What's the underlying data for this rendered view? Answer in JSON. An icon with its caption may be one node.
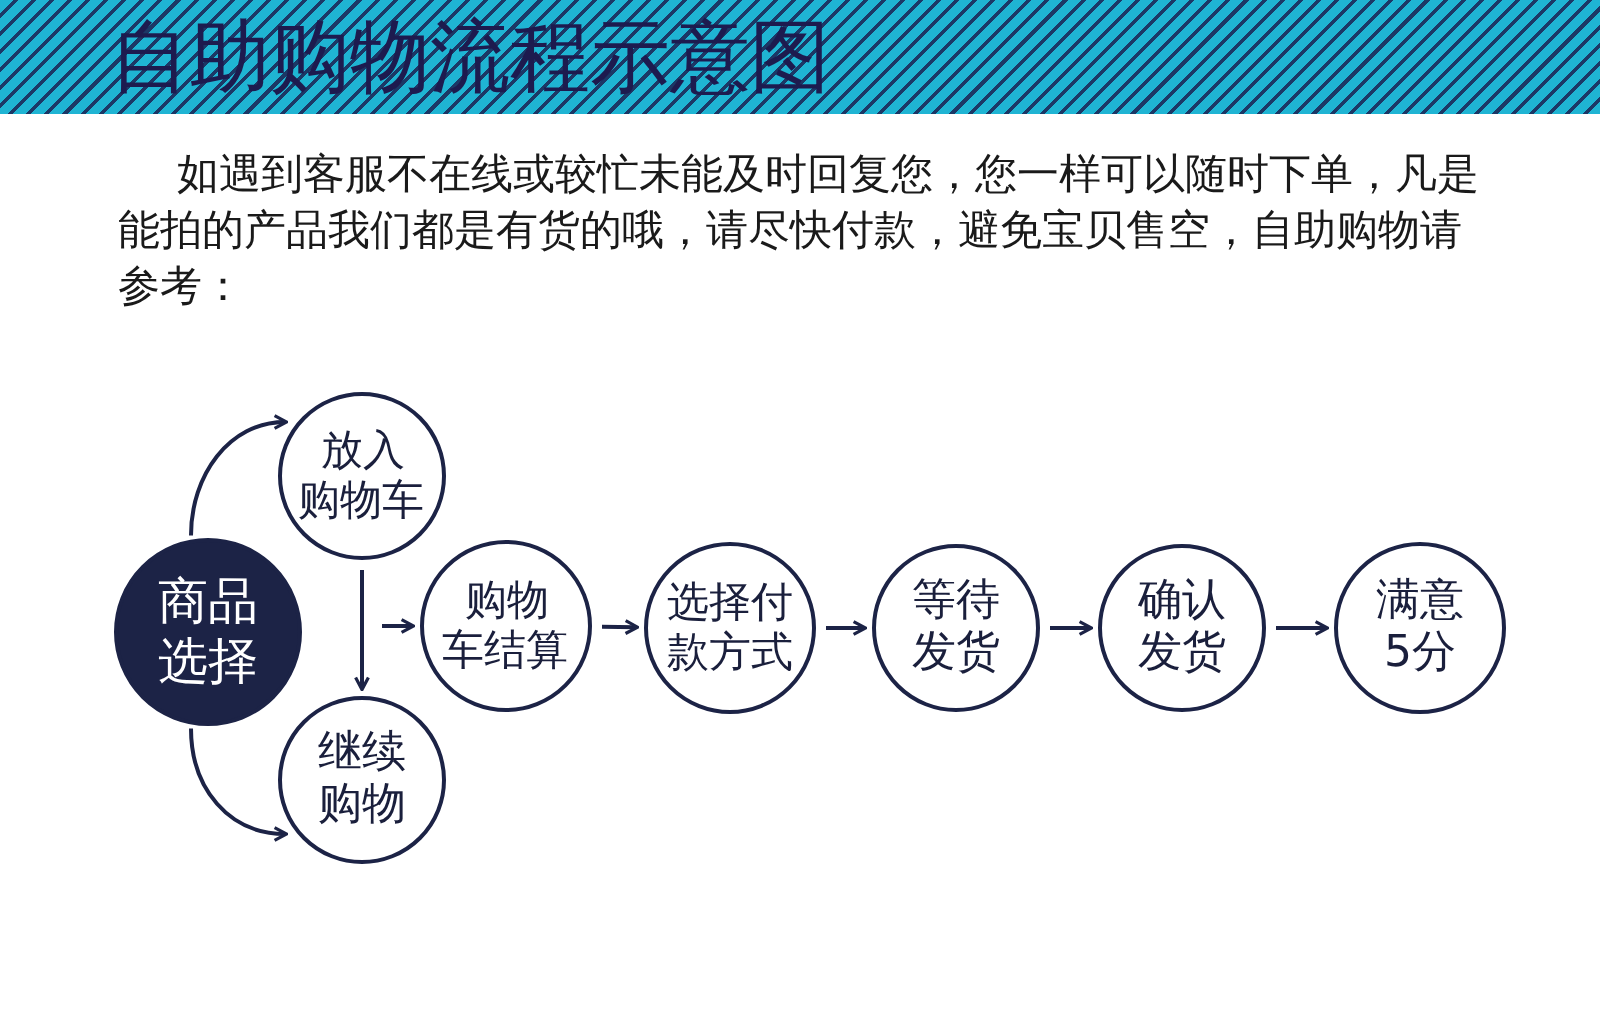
{
  "diagram": {
    "title": "自助购物流程示意图",
    "nodes": [
      {
        "text": [
          "商品选择"
        ]
      },
      {
        "text": [
          "放入购物车"
        ]
      },
      {
        "text": [
          "继续购物"
        ]
      },
      {
        "text": [
          "购物车结算"
        ]
      },
      {
        "text": [
          "选择付款方式"
        ]
      },
      {
        "text": [
          "等待发货"
        ]
      },
      {
        "text": [
          "确认发货"
        ]
      },
      {
        "text": [
          "满意5分"
        ]
      }
    ],
    "edges": [
      {
        "from": 0,
        "to": 1,
        "arrow": "to"
      },
      {
        "from": 0,
        "to": 2,
        "arrow": "to"
      },
      {
        "from": 1,
        "to": 2,
        "arrow": "to"
      },
      {
        "from": null,
        "to": 3,
        "arrow": "to"
      },
      {
        "from": 3,
        "to": 4,
        "arrow": "to"
      },
      {
        "from": 4,
        "to": 5,
        "arrow": "to"
      },
      {
        "from": 5,
        "to": 6,
        "arrow": "to"
      },
      {
        "from": 6,
        "to": 7,
        "arrow": "to"
      }
    ],
    "labels": [
      "如遇到客服不在线或较忙未能及时回复您，您一样可以随时下单，凡是能拍的产品我们都是有货的哦，请尽快付款，避免宝贝售空，自助购物请参考："
    ]
  }
}
